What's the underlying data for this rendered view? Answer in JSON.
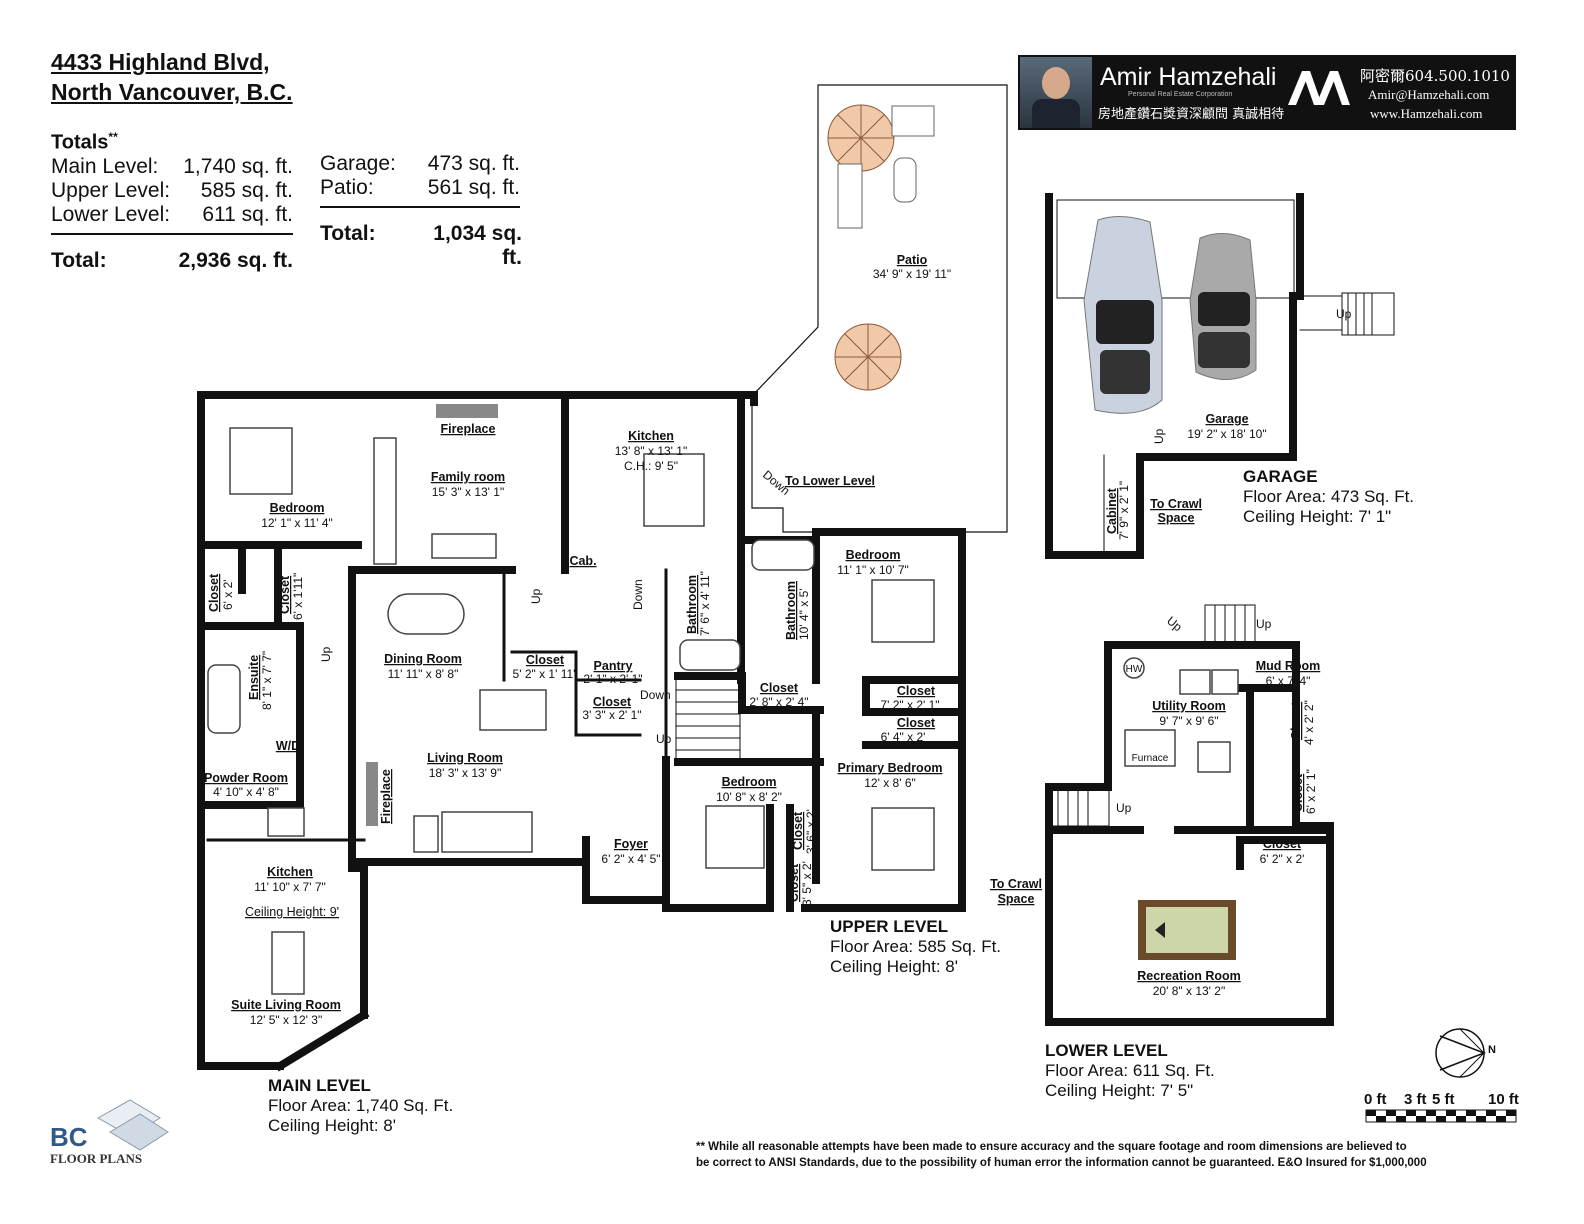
{
  "address": {
    "line1": "4433 Highland Blvd,",
    "line2": "North Vancouver, B.C."
  },
  "totals": {
    "heading": "Totals",
    "asterisk": "**",
    "rows": [
      {
        "label": "Main Level:",
        "value": "1,740 sq. ft."
      },
      {
        "label": "Upper Level:",
        "value": "585 sq. ft."
      },
      {
        "label": "Lower Level:",
        "value": "611 sq. ft."
      }
    ],
    "total_label": "Total:",
    "total_value": "2,936 sq. ft.",
    "extra_rows": [
      {
        "label": "Garage:",
        "value": "473 sq. ft."
      },
      {
        "label": "Patio:",
        "value": "561 sq. ft."
      }
    ],
    "extra_total_label": "Total:",
    "extra_total_value": "1,034 sq. ft."
  },
  "agent": {
    "name": "Amir Hamzehali",
    "subtitle": "Personal Real Estate Corporation",
    "chinese_tagline": "房地產鑽石獎資深顧問 真誠相待",
    "chinese_name_phone": "阿密爾604.500.1010",
    "email": "Amir@Hamzehali.com",
    "website": "www.Hamzehali.com",
    "colors": {
      "bg": "#111111",
      "text": "#ffffff"
    }
  },
  "rooms": {
    "patio": {
      "name": "Patio",
      "dim": "34' 9\" x 19' 11\""
    },
    "garage": {
      "name": "Garage",
      "dim": "19' 2\" x 18' 10\""
    },
    "cabinet": {
      "name": "Cabinet",
      "dim": "7' 9\" x 2' 1\""
    },
    "to_crawl_space_garage": {
      "line1": "To Crawl",
      "line2": "Space"
    },
    "fireplace_top": "Fireplace",
    "family_room": {
      "name": "Family room",
      "dim": "15' 3\" x 13' 1\""
    },
    "kitchen_main": {
      "name": "Kitchen",
      "dim": "13' 8\" x 13' 1\"",
      "ch": "C.H.: 9' 5\""
    },
    "to_lower_level": "To Lower Level",
    "down_diag": "Down",
    "bedroom_main": {
      "name": "Bedroom",
      "dim": "12' 1\" x 11' 4\""
    },
    "cab": "Cab.",
    "closet_a": {
      "name": "Closet",
      "dim": "6' x 2'"
    },
    "closet_b": {
      "name": "Closet",
      "dim": "6' x 1'11\""
    },
    "ensuite": {
      "name": "Ensuite",
      "dim": "8' 1\" x 7' 7\""
    },
    "wd": "W/D",
    "powder_room": {
      "name": "Powder Room",
      "dim": "4' 10\" x 4' 8\""
    },
    "dining_room": {
      "name": "Dining Room",
      "dim": "11' 11\" x 8' 8\""
    },
    "closet_c": {
      "name": "Closet",
      "dim": "5' 2\" x 1' 11\""
    },
    "pantry": {
      "name": "Pantry",
      "dim": "2' 1\" x 2' 1\""
    },
    "closet_d": {
      "name": "Closet",
      "dim": "3' 3\" x 2' 1\""
    },
    "living_room": {
      "name": "Living Room",
      "dim": "18' 3\" x 13' 9\""
    },
    "fireplace_side": "Fireplace",
    "foyer": {
      "name": "Foyer",
      "dim": "6' 2\" x 4' 5\""
    },
    "kitchen_suite": {
      "name": "Kitchen",
      "dim": "11' 10\" x 7' 7\"",
      "ch": "Ceiling Height: 9'"
    },
    "suite_living": {
      "name": "Suite Living Room",
      "dim": "12' 5\" x 12' 3\""
    },
    "bathroom_a": {
      "name": "Bathroom",
      "dim": "7' 6\" x 4' 11\""
    },
    "bathroom_b": {
      "name": "Bathroom",
      "dim": "10' 4\" x 5'"
    },
    "bedroom_up1": {
      "name": "Bedroom",
      "dim": "11' 1\" x 10' 7\""
    },
    "closet_e": {
      "name": "Closet",
      "dim": "2' 8\" x 2' 4\""
    },
    "closet_f": {
      "name": "Closet",
      "dim": "7' 2\" x 2' 1\""
    },
    "closet_g": {
      "name": "Closet",
      "dim": "6' 4\" x 2'"
    },
    "primary_bedroom": {
      "name": "Primary Bedroom",
      "dim": "12' x 8' 6\""
    },
    "bedroom_up2": {
      "name": "Bedroom",
      "dim": "10' 8\" x 8' 2\""
    },
    "closet_h": {
      "name": "Closet",
      "dim": "3' 6\" x 2'"
    },
    "closet_i": {
      "name": "Closet",
      "dim": "3' 5\" x 2'"
    },
    "utility_room": {
      "name": "Utility Room",
      "dim": "9' 7\" x 9' 6\""
    },
    "hw": "HW",
    "furnace": "Furnace",
    "mud_room": {
      "name": "Mud Room",
      "dim": "6' x 7' 4\""
    },
    "closet_j": {
      "name": "Closet",
      "dim": "4' x 2' 2\""
    },
    "closet_k": {
      "name": "Closet",
      "dim": "6' x 2' 1\""
    },
    "closet_l": {
      "name": "Closet",
      "dim": "6' 2\" x 2'"
    },
    "recreation_room": {
      "name": "Recreation Room",
      "dim": "20' 8\" x 13' 2\""
    },
    "to_crawl_space_lower": {
      "line1": "To Crawl",
      "line2": "Space"
    },
    "up": "Up",
    "down": "Down"
  },
  "levels": {
    "garage": {
      "title": "GARAGE",
      "area": "Floor Area: 473 Sq. Ft.",
      "ceiling": "Ceiling Height: 7' 1\""
    },
    "upper": {
      "title": "UPPER LEVEL",
      "area": "Floor Area: 585 Sq. Ft.",
      "ceiling": "Ceiling Height: 8'"
    },
    "main": {
      "title": "MAIN LEVEL",
      "area": "Floor Area: 1,740 Sq. Ft.",
      "ceiling": "Ceiling Height: 8'"
    },
    "lower": {
      "title": "LOWER LEVEL",
      "area": "Floor Area: 611 Sq. Ft.",
      "ceiling": "Ceiling Height: 7' 5\""
    }
  },
  "scale": {
    "t0": "0 ft",
    "t1": "3 ft",
    "t2": "5 ft",
    "t3": "10 ft"
  },
  "compass": {
    "label": "N"
  },
  "logo": {
    "brand": "BC",
    "text": "FLOOR PLANS"
  },
  "disclaimer": {
    "line1": "** While all reasonable attempts have been made to ensure accuracy and the square footage and room dimensions are believed to",
    "line2": "be correct to ANSI Standards, due to the possibility of human error the information cannot be guaranteed. E&O Insured for $1,000,000"
  }
}
